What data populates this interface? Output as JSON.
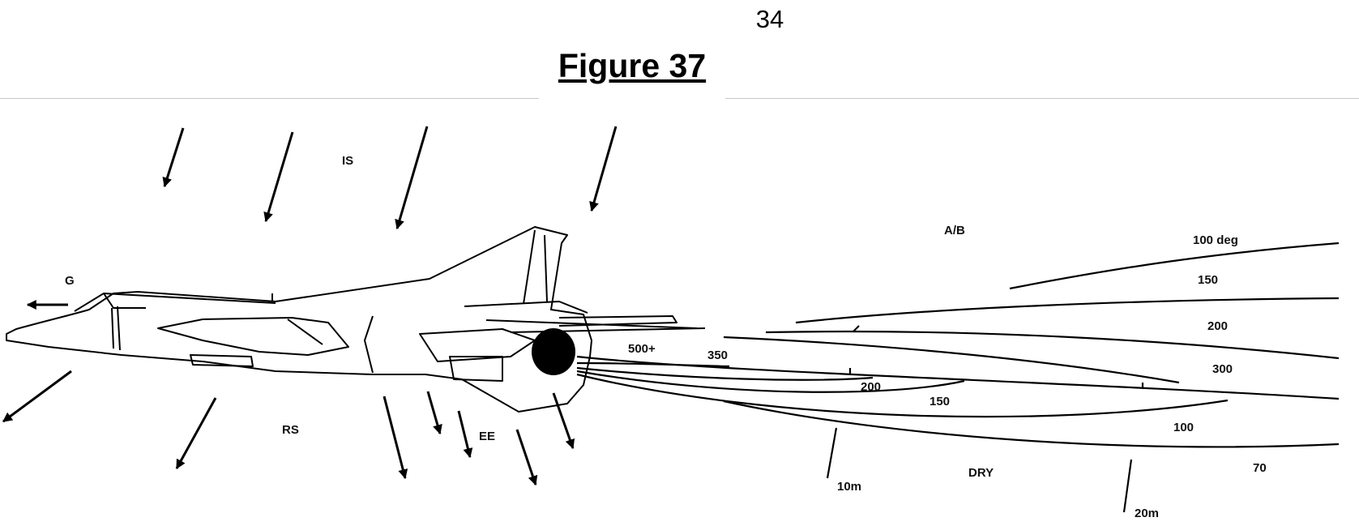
{
  "page_number": "34",
  "title": "Figure 37",
  "labels": {
    "is": "IS",
    "g": "G",
    "rs": "RS",
    "ee": "EE",
    "ab": "A/B",
    "dry": "DRY",
    "d10m": "10m",
    "d20m": "20m",
    "t500": "500+",
    "t350": "350",
    "t200_low": "200",
    "t150_low": "150",
    "t100_deg": "100 deg",
    "t150_up": "150",
    "t200_up": "200",
    "t300": "300",
    "t100_low": "100",
    "t70": "70"
  },
  "colors": {
    "ink": "#000000",
    "rule": "#c8c8c8",
    "background": "#ffffff"
  }
}
